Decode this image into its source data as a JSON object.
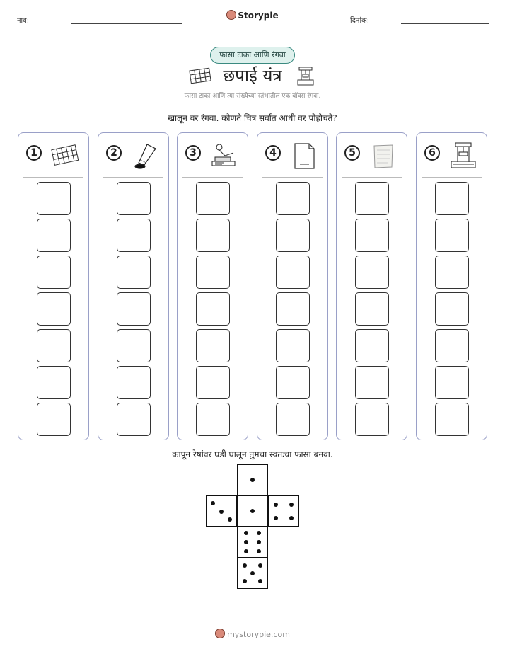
{
  "header": {
    "name_label": "नाव:",
    "brand": "Storypie",
    "date_label": "दिनांक:"
  },
  "pill": "फासा टाका आणि रंगवा",
  "title": "छपाई यंत्र",
  "subtitle": "फासा टाका आणि त्या संख्येच्या स्तंभातील एक बॉक्स रंगवा.",
  "instruction": "खालून वर रंगवा. कोणते चित्र सर्वात आधी वर पोहोचते?",
  "columns": [
    {
      "number": "1",
      "icon": "type-tray-icon"
    },
    {
      "number": "2",
      "icon": "ink-tube-icon"
    },
    {
      "number": "3",
      "icon": "stamp-press-icon"
    },
    {
      "number": "4",
      "icon": "paper-sheet-icon"
    },
    {
      "number": "5",
      "icon": "parchment-icon"
    },
    {
      "number": "6",
      "icon": "printing-press-icon"
    }
  ],
  "boxes_per_column": 7,
  "cut_instruction": "कापून रेषांवर घडी घालून तुमचा स्वतःचा फासा बनवा.",
  "dice_faces": [
    1,
    3,
    1,
    4,
    6,
    5
  ],
  "footer": "mystorypie.com",
  "colors": {
    "pill_border": "#3a8a80",
    "pill_fill": "#def1ed",
    "column_border": "#9aa0c8"
  }
}
